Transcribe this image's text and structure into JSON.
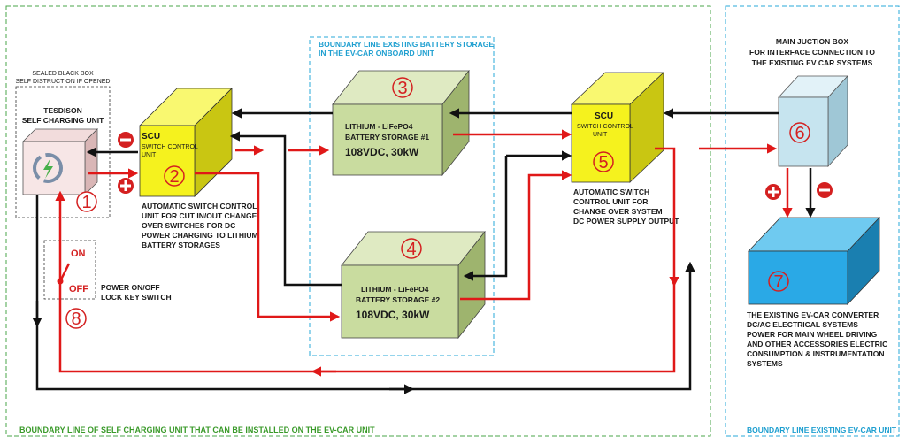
{
  "boundaries": {
    "self_charging": "BOUNDARY LINE OF SELF CHARGING UNIT THAT CAN BE INSTALLED ON THE EV-CAR UNIT",
    "battery_storage": [
      "BOUNDARY LINE EXISTING BATTERY STORAGE",
      "IN THE EV-CAR ONBOARD UNIT"
    ],
    "ev_car": "BOUNDARY LINE EXISTING EV-CAR UNIT"
  },
  "unit1": {
    "number": "1",
    "sealed_note": [
      "SEALED BLACK BOX",
      "SELF DISTRUCTION IF OPENED"
    ],
    "title": [
      "TESDISON",
      "SELF CHARGING UNIT"
    ]
  },
  "unit2": {
    "number": "2",
    "title": "SCU",
    "subtitle": [
      "SWITCH CONTROL",
      "UNIT"
    ],
    "description": [
      "AUTOMATIC SWITCH CONTROL",
      "UNIT FOR CUT IN/OUT CHANGE",
      "OVER SWITCHES FOR DC",
      "POWER CHARGING TO LITHIUM",
      "BATTERY STORAGES"
    ]
  },
  "unit3": {
    "number": "3",
    "line1": "LITHIUM - LiFePO4",
    "line2": "BATTERY STORAGE #1",
    "line3": "108VDC, 30kW"
  },
  "unit4": {
    "number": "4",
    "line1": "LITHIUM - LiFePO4",
    "line2": "BATTERY STORAGE #2",
    "line3": "108VDC, 30kW"
  },
  "unit5": {
    "number": "5",
    "title": "SCU",
    "subtitle": [
      "SWITCH CONTROL",
      "UNIT"
    ],
    "description": [
      "AUTOMATIC SWITCH",
      "CONTROL UNIT FOR",
      "CHANGE OVER SYSTEM",
      "DC POWER SUPPLY OUTPUT"
    ]
  },
  "unit6": {
    "number": "6",
    "title": [
      "MAIN JUCTION BOX",
      "FOR INTERFACE CONNECTION TO",
      "THE EXISTING EV CAR SYSTEMS"
    ]
  },
  "unit7": {
    "number": "7",
    "description": [
      "THE EXISTING EV-CAR CONVERTER",
      "DC/AC ELECTRICAL SYSTEMS",
      "POWER FOR MAIN WHEEL DRIVING",
      "AND OTHER ACCESSORIES ELECTRIC",
      "CONSUMPTION & INSTRUMENTATION",
      "SYSTEMS"
    ]
  },
  "unit8": {
    "number": "8",
    "on": "ON",
    "off": "OFF",
    "label": [
      "POWER ON/OFF",
      "LOCK KEY SWITCH"
    ]
  },
  "colors": {
    "positive": "#e01818",
    "negative": "#111111",
    "scu_yellow": "#f5f21e",
    "battery_green": "#c9dc9f",
    "junction_blue": "#c6e4ef",
    "converter_blue": "#2aa9e6",
    "boundary_green": "#4aa64a",
    "boundary_cyan": "#2aaad8"
  }
}
